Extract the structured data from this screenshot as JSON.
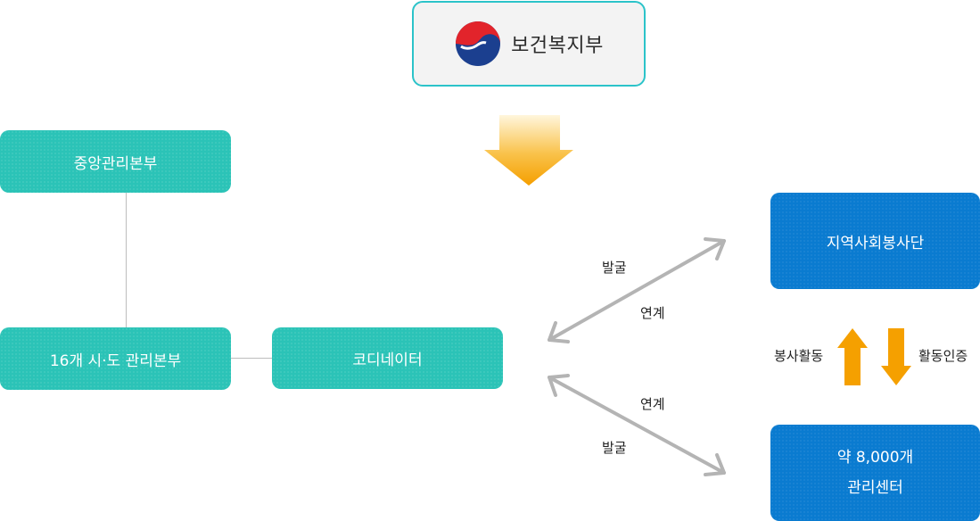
{
  "ministry": {
    "name": "보건복지부"
  },
  "nodes": {
    "central": "중앙관리본부",
    "regional": "16개 시·도 관리본부",
    "coordinator": "코디네이터",
    "volunteer_corps": "지역사회봉사단",
    "centers_line1": "약 8,000개",
    "centers_line2": "관리센터"
  },
  "edge_labels": {
    "top_discover": "발굴",
    "top_link": "연계",
    "bottom_link": "연계",
    "bottom_discover": "발굴",
    "service_activity": "봉사활동",
    "activity_certification": "활동인증"
  },
  "colors": {
    "teal": "#2bc3b7",
    "blue": "#0a7bd0",
    "orange": "#f5a000",
    "connector_gray": "#b4b4b4"
  }
}
